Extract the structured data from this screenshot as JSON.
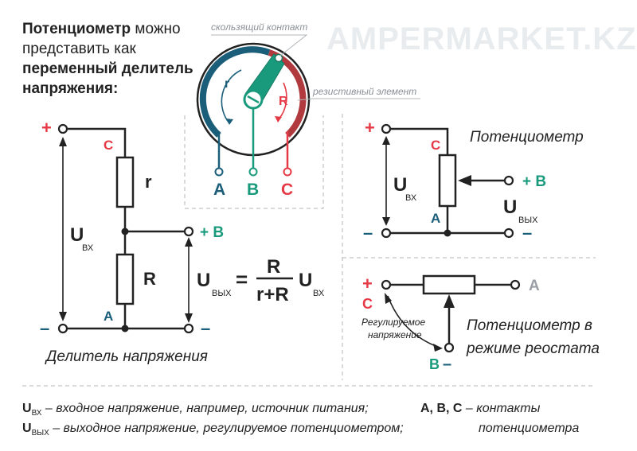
{
  "watermark": "AMPERMARKET.KZ",
  "intro": {
    "bold1": "Потенциометр",
    "text1": " можно",
    "text2": "представить как",
    "bold2": "переменный делитель",
    "bold3": "напряжения:"
  },
  "knob": {
    "slider_label": "скользящий контакт",
    "element_label": "резистивный элемент",
    "r": "r",
    "R": "R",
    "pin_a": "A",
    "pin_b": "B",
    "pin_c": "C"
  },
  "divider": {
    "plus": "+",
    "minus_left": "–",
    "minus_right": "–",
    "c": "C",
    "a": "A",
    "r": "r",
    "R": "R",
    "plus_b": "+ B",
    "u": "U",
    "u_in_sub": "ВХ",
    "u_out_sub": "ВЫХ",
    "caption": "Делитель напряжения"
  },
  "formula": {
    "u": "U",
    "out_sub": "ВЫХ",
    "eq": "=",
    "num": "R",
    "den": "r+R",
    "in_sub": "ВХ"
  },
  "pot": {
    "title": "Потенциометр",
    "plus": "+",
    "minus_left": "–",
    "minus_right": "–",
    "c": "C",
    "a": "A",
    "plus_b": "+ B",
    "u": "U",
    "u_in_sub": "ВХ",
    "u_out_sub": "ВЫХ"
  },
  "rheostat": {
    "plus": "+",
    "c": "C",
    "a": "A",
    "b": "B",
    "minus": "–",
    "adj1": "Регулируемое",
    "adj2": "напряжение",
    "title1": "Потенциометр в",
    "title2": "режиме реостата"
  },
  "legend": {
    "u": "U",
    "in_sub": "ВХ",
    "in_text": " – входное напряжение, например, источник питания;",
    "out_sub": "ВЫХ",
    "out_text": " – выходное напряжение, регулируемое потенциометром;",
    "contacts": "A, B, C",
    "dash": " – ",
    "contacts_text1": "контакты",
    "contacts_text2": "потенциометра"
  },
  "colors": {
    "red": "#e63946",
    "blue": "#1b5e7a",
    "green": "#1a9a7c",
    "grey": "#9aa0a6",
    "dark": "#222222"
  }
}
